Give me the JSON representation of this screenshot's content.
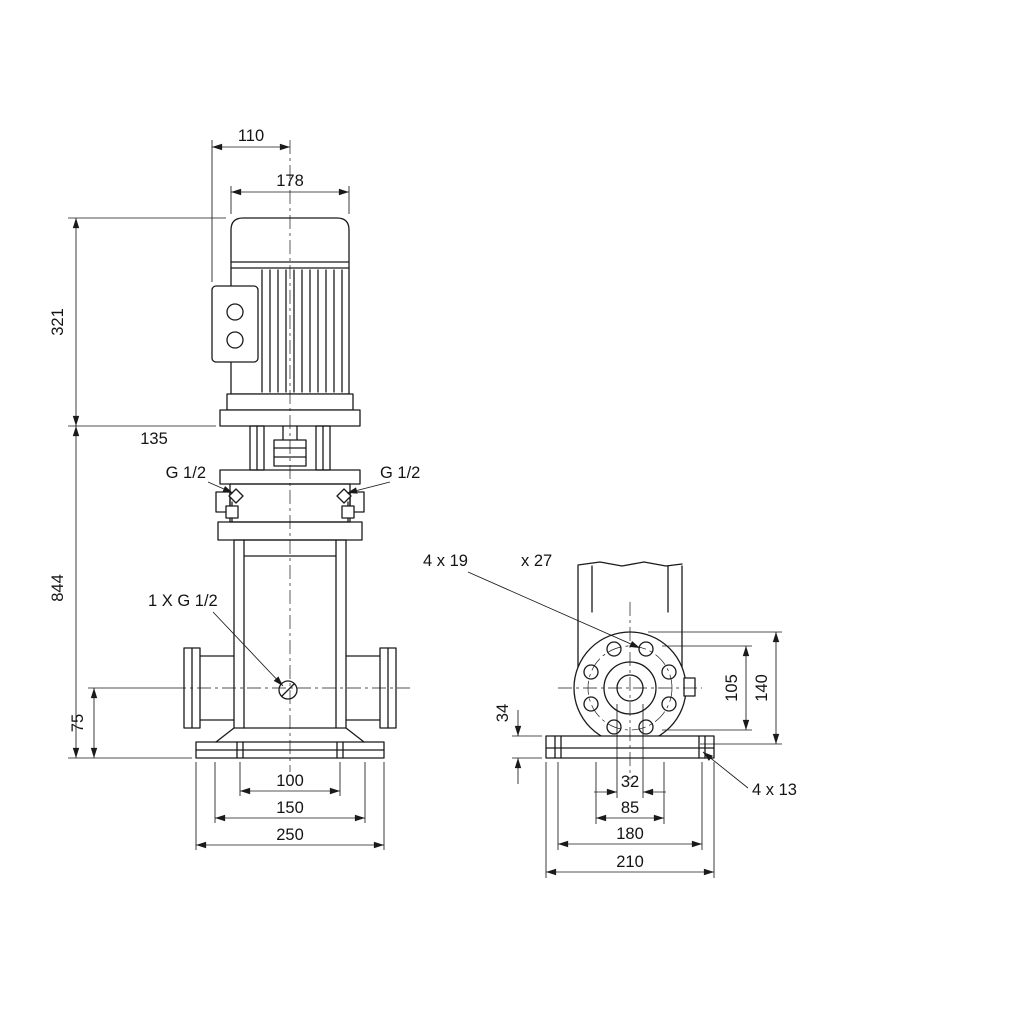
{
  "front_view": {
    "dim_110": "110",
    "dim_178": "178",
    "dim_321": "321",
    "dim_135": "135",
    "port_left": "G 1/2",
    "port_right": "G 1/2",
    "dim_844": "844",
    "drain_port": "1 X G 1/2",
    "dim_75": "75",
    "dim_100": "100",
    "dim_150": "150",
    "dim_250": "250"
  },
  "side_view": {
    "flange_holes": "4 x 19",
    "flange_holes_cont": "x 27",
    "dim_105": "105",
    "dim_140": "140",
    "dim_34": "34",
    "dim_32": "32",
    "dim_85": "85",
    "dim_180": "180",
    "dim_210": "210",
    "base_holes": "4 x 13"
  },
  "colors": {
    "line": "#1a1a1a",
    "background": "#ffffff"
  }
}
